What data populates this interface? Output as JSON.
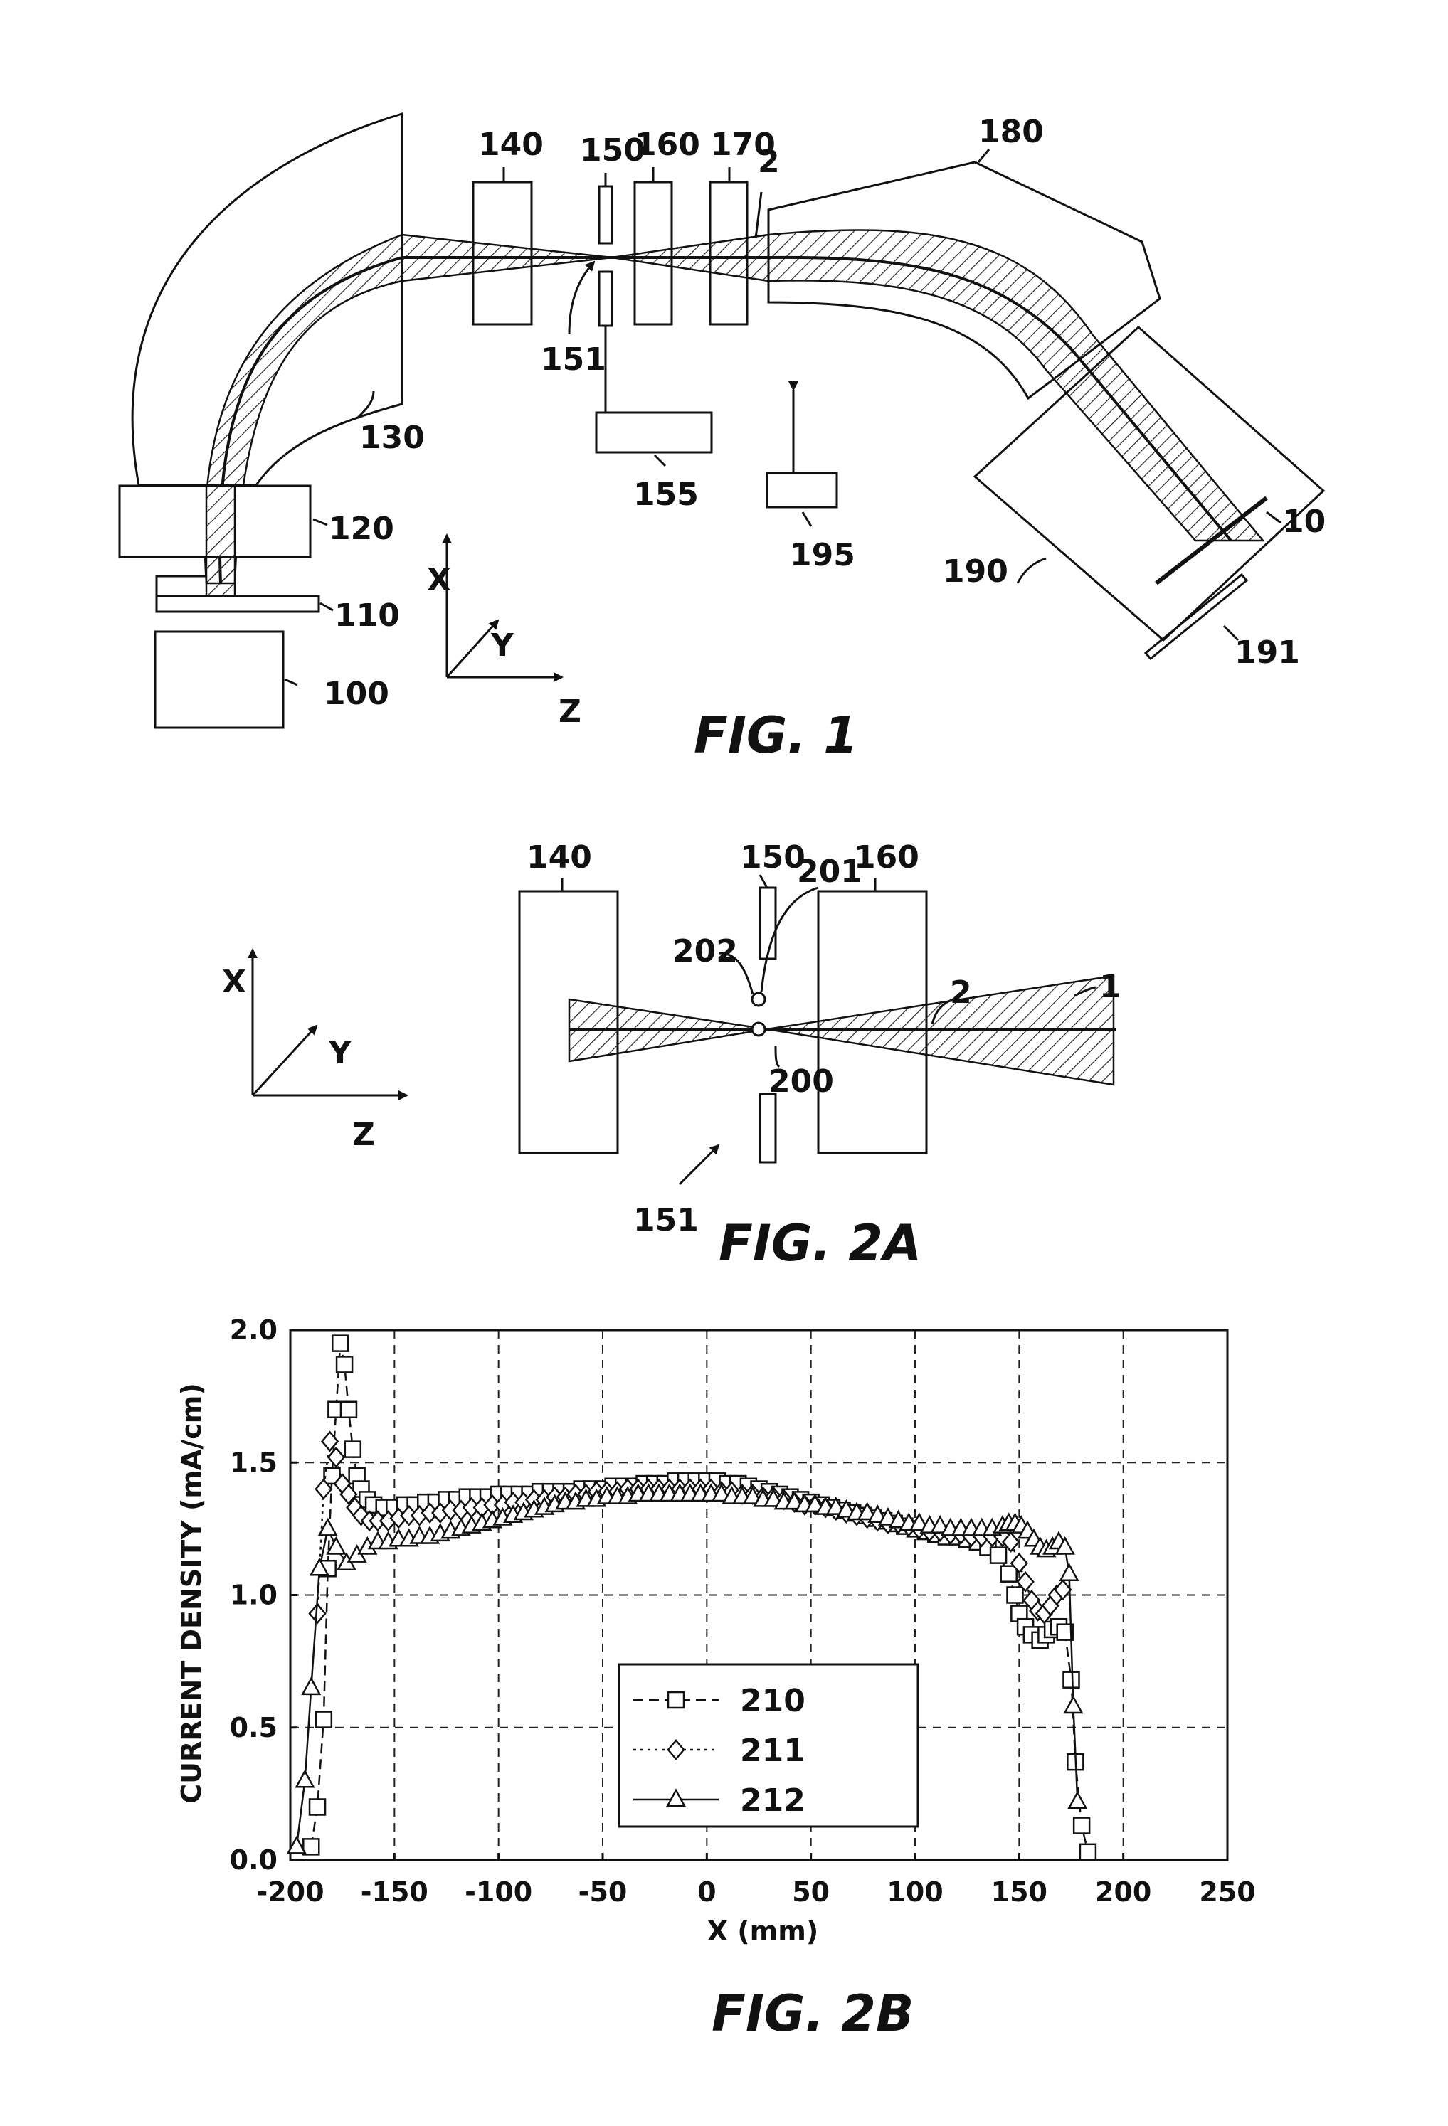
{
  "fig1": {
    "caption": "FIG. 1",
    "labels": {
      "l100": "100",
      "l110": "110",
      "l120": "120",
      "l130": "130",
      "l140": "140",
      "l150": "150",
      "l151": "151",
      "l155": "155",
      "l160": "160",
      "l170": "170",
      "l180": "180",
      "l190": "190",
      "l191": "191",
      "l195": "195",
      "l10": "10",
      "l2": "2"
    },
    "axes": {
      "x": "X",
      "y": "Y",
      "z": "Z"
    }
  },
  "fig2a": {
    "caption": "FIG. 2A",
    "labels": {
      "l140": "140",
      "l150": "150",
      "l151": "151",
      "l160": "160",
      "l200": "200",
      "l201": "201",
      "l202": "202",
      "l1": "1",
      "l2": "2"
    },
    "axes": {
      "x": "X",
      "y": "Y",
      "z": "Z"
    }
  },
  "fig2b": {
    "caption": "FIG. 2B"
  },
  "chart_data": {
    "type": "scatter",
    "xlabel": "X (mm)",
    "ylabel": "CURRENT DENSITY (mA/cm)",
    "xlim": [
      -200,
      250
    ],
    "ylim": [
      0.0,
      2.0
    ],
    "xticks": [
      "-200",
      "-150",
      "-100",
      "-50",
      "0",
      "50",
      "100",
      "150",
      "200",
      "250"
    ],
    "yticks": [
      "0.0",
      "0.5",
      "1.0",
      "1.5",
      "2.0"
    ],
    "grid": true,
    "legend_position": "center-bottom",
    "series": [
      {
        "name": "210",
        "marker": "square",
        "line": "dashed",
        "points": [
          [
            -190,
            0.05
          ],
          [
            -187,
            0.2
          ],
          [
            -184,
            0.53
          ],
          [
            -182,
            1.1
          ],
          [
            -180,
            1.45
          ],
          [
            -178,
            1.7
          ],
          [
            -176,
            1.95
          ],
          [
            -174,
            1.87
          ],
          [
            -172,
            1.7
          ],
          [
            -170,
            1.55
          ],
          [
            -168,
            1.45
          ],
          [
            -166,
            1.4
          ],
          [
            -163,
            1.36
          ],
          [
            -160,
            1.34
          ],
          [
            -155,
            1.33
          ],
          [
            -150,
            1.33
          ],
          [
            -145,
            1.34
          ],
          [
            -140,
            1.34
          ],
          [
            -135,
            1.35
          ],
          [
            -130,
            1.35
          ],
          [
            -125,
            1.36
          ],
          [
            -120,
            1.36
          ],
          [
            -115,
            1.37
          ],
          [
            -110,
            1.37
          ],
          [
            -105,
            1.37
          ],
          [
            -100,
            1.38
          ],
          [
            -95,
            1.38
          ],
          [
            -90,
            1.38
          ],
          [
            -85,
            1.38
          ],
          [
            -80,
            1.39
          ],
          [
            -75,
            1.39
          ],
          [
            -70,
            1.39
          ],
          [
            -65,
            1.39
          ],
          [
            -60,
            1.4
          ],
          [
            -55,
            1.4
          ],
          [
            -50,
            1.4
          ],
          [
            -45,
            1.41
          ],
          [
            -40,
            1.41
          ],
          [
            -35,
            1.41
          ],
          [
            -30,
            1.42
          ],
          [
            -25,
            1.42
          ],
          [
            -20,
            1.42
          ],
          [
            -15,
            1.43
          ],
          [
            -10,
            1.43
          ],
          [
            -5,
            1.43
          ],
          [
            0,
            1.43
          ],
          [
            5,
            1.43
          ],
          [
            10,
            1.42
          ],
          [
            15,
            1.42
          ],
          [
            20,
            1.41
          ],
          [
            25,
            1.4
          ],
          [
            30,
            1.39
          ],
          [
            35,
            1.38
          ],
          [
            40,
            1.37
          ],
          [
            45,
            1.36
          ],
          [
            50,
            1.35
          ],
          [
            55,
            1.34
          ],
          [
            60,
            1.33
          ],
          [
            65,
            1.32
          ],
          [
            70,
            1.31
          ],
          [
            75,
            1.3
          ],
          [
            80,
            1.29
          ],
          [
            85,
            1.28
          ],
          [
            90,
            1.27
          ],
          [
            95,
            1.26
          ],
          [
            100,
            1.25
          ],
          [
            105,
            1.24
          ],
          [
            110,
            1.23
          ],
          [
            115,
            1.22
          ],
          [
            120,
            1.22
          ],
          [
            125,
            1.21
          ],
          [
            130,
            1.2
          ],
          [
            135,
            1.18
          ],
          [
            140,
            1.15
          ],
          [
            145,
            1.08
          ],
          [
            148,
            1.0
          ],
          [
            150,
            0.93
          ],
          [
            153,
            0.88
          ],
          [
            156,
            0.85
          ],
          [
            160,
            0.83
          ],
          [
            163,
            0.85
          ],
          [
            166,
            0.87
          ],
          [
            169,
            0.88
          ],
          [
            172,
            0.86
          ],
          [
            175,
            0.68
          ],
          [
            177,
            0.37
          ],
          [
            180,
            0.13
          ],
          [
            183,
            0.03
          ]
        ]
      },
      {
        "name": "211",
        "marker": "diamond",
        "line": "dotted",
        "points": [
          [
            -187,
            0.93
          ],
          [
            -184,
            1.4
          ],
          [
            -181,
            1.58
          ],
          [
            -178,
            1.52
          ],
          [
            -175,
            1.42
          ],
          [
            -172,
            1.38
          ],
          [
            -169,
            1.33
          ],
          [
            -166,
            1.3
          ],
          [
            -162,
            1.28
          ],
          [
            -158,
            1.28
          ],
          [
            -153,
            1.28
          ],
          [
            -148,
            1.29
          ],
          [
            -143,
            1.3
          ],
          [
            -138,
            1.3
          ],
          [
            -133,
            1.31
          ],
          [
            -128,
            1.31
          ],
          [
            -123,
            1.32
          ],
          [
            -118,
            1.32
          ],
          [
            -113,
            1.33
          ],
          [
            -108,
            1.33
          ],
          [
            -103,
            1.34
          ],
          [
            -98,
            1.34
          ],
          [
            -93,
            1.35
          ],
          [
            -88,
            1.35
          ],
          [
            -83,
            1.36
          ],
          [
            -78,
            1.36
          ],
          [
            -73,
            1.37
          ],
          [
            -68,
            1.37
          ],
          [
            -63,
            1.38
          ],
          [
            -58,
            1.38
          ],
          [
            -53,
            1.39
          ],
          [
            -48,
            1.39
          ],
          [
            -43,
            1.39
          ],
          [
            -38,
            1.4
          ],
          [
            -33,
            1.4
          ],
          [
            -28,
            1.4
          ],
          [
            -23,
            1.4
          ],
          [
            -18,
            1.4
          ],
          [
            -13,
            1.4
          ],
          [
            -8,
            1.4
          ],
          [
            -3,
            1.4
          ],
          [
            2,
            1.4
          ],
          [
            7,
            1.39
          ],
          [
            12,
            1.39
          ],
          [
            17,
            1.38
          ],
          [
            22,
            1.38
          ],
          [
            27,
            1.37
          ],
          [
            32,
            1.37
          ],
          [
            37,
            1.36
          ],
          [
            42,
            1.35
          ],
          [
            47,
            1.34
          ],
          [
            52,
            1.34
          ],
          [
            57,
            1.33
          ],
          [
            62,
            1.32
          ],
          [
            67,
            1.31
          ],
          [
            72,
            1.3
          ],
          [
            77,
            1.29
          ],
          [
            82,
            1.28
          ],
          [
            87,
            1.27
          ],
          [
            92,
            1.27
          ],
          [
            97,
            1.26
          ],
          [
            102,
            1.25
          ],
          [
            107,
            1.24
          ],
          [
            112,
            1.24
          ],
          [
            117,
            1.23
          ],
          [
            122,
            1.23
          ],
          [
            127,
            1.22
          ],
          [
            132,
            1.22
          ],
          [
            137,
            1.22
          ],
          [
            142,
            1.22
          ],
          [
            146,
            1.2
          ],
          [
            150,
            1.12
          ],
          [
            153,
            1.05
          ],
          [
            156,
            0.98
          ],
          [
            159,
            0.94
          ],
          [
            162,
            0.93
          ],
          [
            165,
            0.96
          ],
          [
            168,
            1.0
          ],
          [
            171,
            1.02
          ]
        ]
      },
      {
        "name": "212",
        "marker": "triangle",
        "line": "solid",
        "points": [
          [
            -197,
            0.05
          ],
          [
            -193,
            0.3
          ],
          [
            -190,
            0.65
          ],
          [
            -186,
            1.1
          ],
          [
            -182,
            1.25
          ],
          [
            -178,
            1.18
          ],
          [
            -173,
            1.12
          ],
          [
            -168,
            1.15
          ],
          [
            -163,
            1.18
          ],
          [
            -158,
            1.2
          ],
          [
            -153,
            1.2
          ],
          [
            -148,
            1.21
          ],
          [
            -143,
            1.21
          ],
          [
            -138,
            1.22
          ],
          [
            -133,
            1.22
          ],
          [
            -128,
            1.23
          ],
          [
            -123,
            1.24
          ],
          [
            -118,
            1.25
          ],
          [
            -113,
            1.26
          ],
          [
            -108,
            1.27
          ],
          [
            -103,
            1.28
          ],
          [
            -98,
            1.29
          ],
          [
            -93,
            1.3
          ],
          [
            -88,
            1.31
          ],
          [
            -83,
            1.32
          ],
          [
            -78,
            1.33
          ],
          [
            -73,
            1.34
          ],
          [
            -68,
            1.35
          ],
          [
            -63,
            1.35
          ],
          [
            -58,
            1.36
          ],
          [
            -53,
            1.36
          ],
          [
            -48,
            1.37
          ],
          [
            -43,
            1.37
          ],
          [
            -38,
            1.37
          ],
          [
            -33,
            1.38
          ],
          [
            -28,
            1.38
          ],
          [
            -23,
            1.38
          ],
          [
            -18,
            1.38
          ],
          [
            -13,
            1.38
          ],
          [
            -8,
            1.38
          ],
          [
            -3,
            1.38
          ],
          [
            2,
            1.38
          ],
          [
            7,
            1.38
          ],
          [
            12,
            1.37
          ],
          [
            17,
            1.37
          ],
          [
            22,
            1.37
          ],
          [
            27,
            1.36
          ],
          [
            32,
            1.36
          ],
          [
            37,
            1.35
          ],
          [
            42,
            1.35
          ],
          [
            47,
            1.34
          ],
          [
            52,
            1.34
          ],
          [
            57,
            1.33
          ],
          [
            62,
            1.33
          ],
          [
            67,
            1.32
          ],
          [
            72,
            1.31
          ],
          [
            77,
            1.31
          ],
          [
            82,
            1.3
          ],
          [
            87,
            1.29
          ],
          [
            92,
            1.28
          ],
          [
            97,
            1.27
          ],
          [
            102,
            1.27
          ],
          [
            107,
            1.26
          ],
          [
            112,
            1.26
          ],
          [
            117,
            1.25
          ],
          [
            122,
            1.25
          ],
          [
            127,
            1.25
          ],
          [
            132,
            1.25
          ],
          [
            137,
            1.25
          ],
          [
            142,
            1.26
          ],
          [
            145,
            1.27
          ],
          [
            148,
            1.27
          ],
          [
            151,
            1.26
          ],
          [
            154,
            1.24
          ],
          [
            157,
            1.21
          ],
          [
            160,
            1.18
          ],
          [
            163,
            1.17
          ],
          [
            166,
            1.18
          ],
          [
            169,
            1.2
          ],
          [
            172,
            1.18
          ],
          [
            174,
            1.08
          ],
          [
            176,
            0.58
          ],
          [
            178,
            0.22
          ]
        ]
      }
    ]
  }
}
